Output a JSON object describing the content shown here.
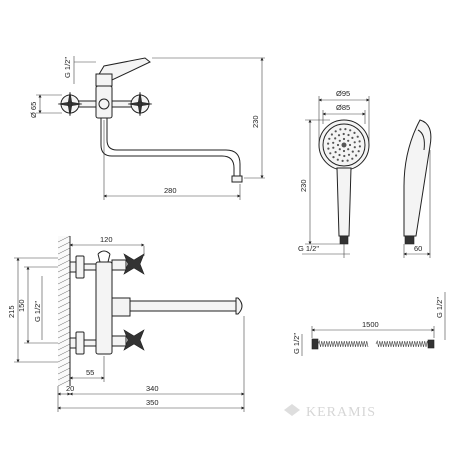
{
  "dimensions": {
    "top_view": {
      "thread": "G 1/2\"",
      "diameter": "Ø 65",
      "height": "230",
      "reach": "280"
    },
    "hand_shower": {
      "head_outer": "Ø95",
      "head_inner": "Ø85",
      "height": "230",
      "thread": "G 1/2\"",
      "depth": "60"
    },
    "side_view": {
      "top_width": "120",
      "overall_height": "215",
      "inlet_spacing": "150",
      "thread": "G 1/2\"",
      "offset": "55",
      "wall_offset": "20",
      "spout_reach": "340",
      "overall_length": "350"
    },
    "hose": {
      "thread_left": "G 1/2\"",
      "length": "1500",
      "thread_right": "G 1/2\""
    }
  },
  "watermark": {
    "text": "KERAMIS"
  },
  "colors": {
    "line": "#222222",
    "watermark": "#d6d6d6"
  }
}
